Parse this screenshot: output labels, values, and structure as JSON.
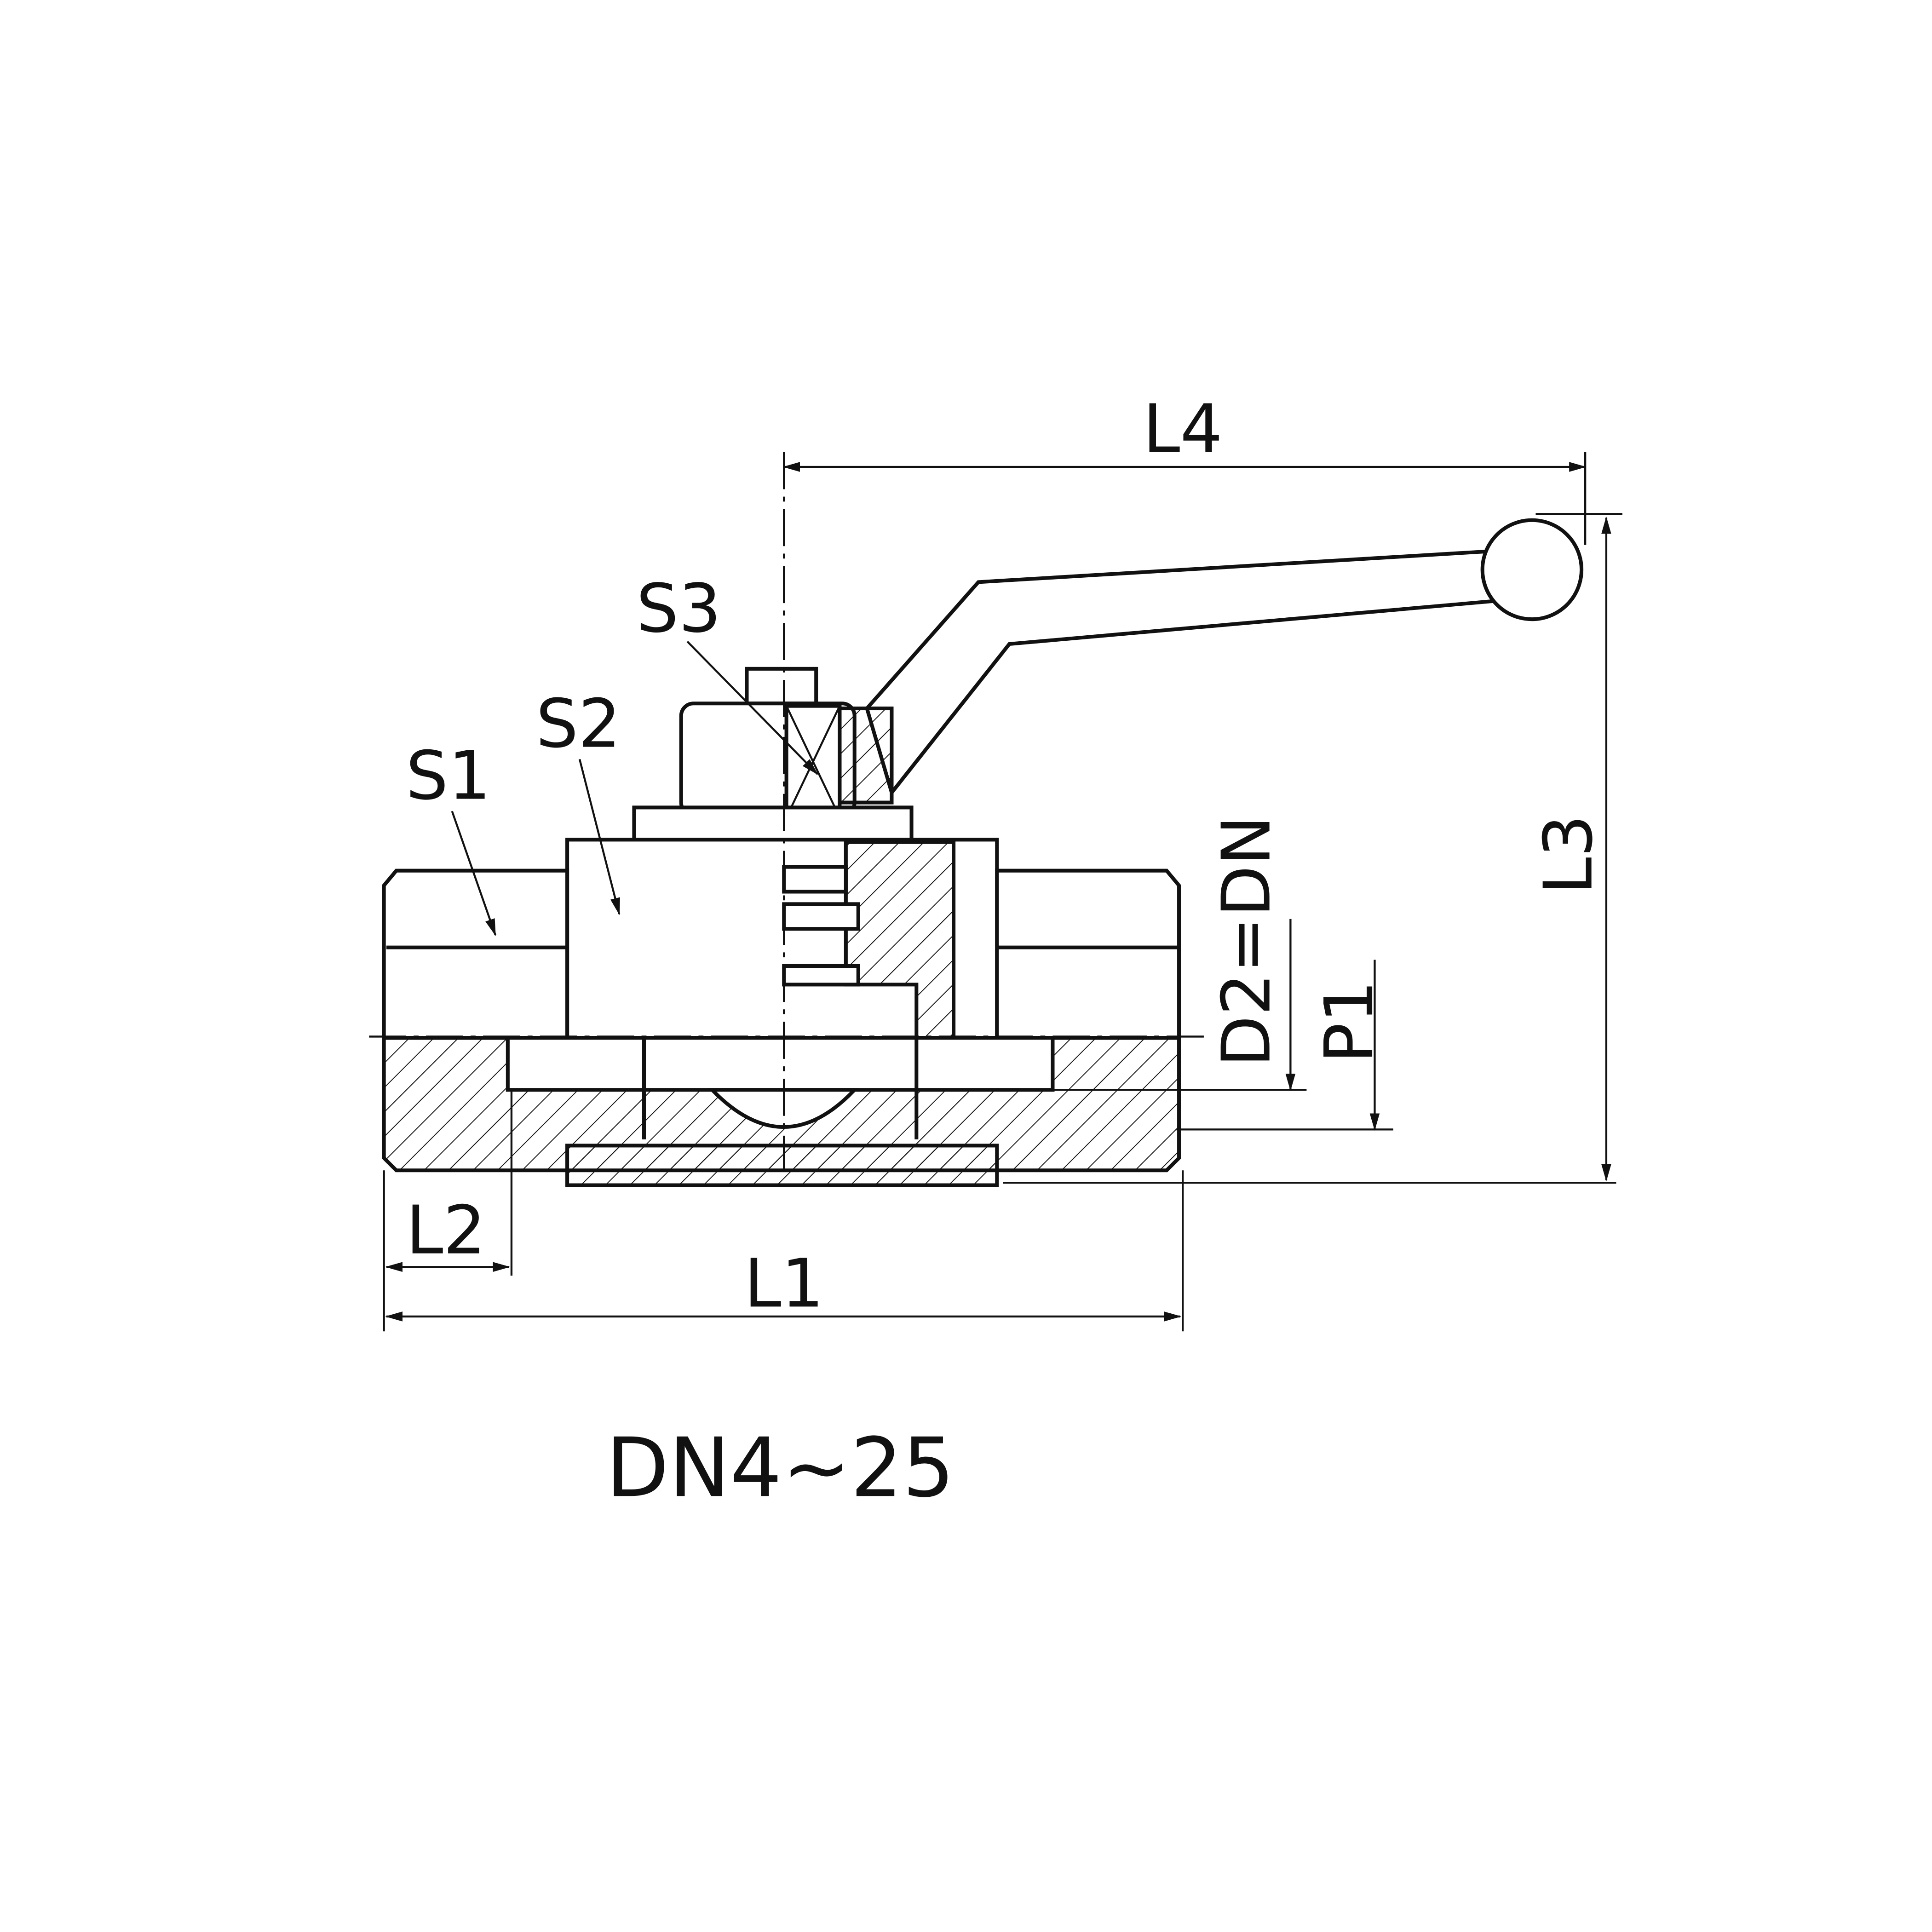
{
  "labels": {
    "l4": "L4",
    "l3": "L3",
    "l2": "L2",
    "l1": "L1",
    "s1": "S1",
    "s2": "S2",
    "s3": "S3",
    "d2": "D2=DN",
    "p1": "P1"
  },
  "caption": "DN4~25"
}
